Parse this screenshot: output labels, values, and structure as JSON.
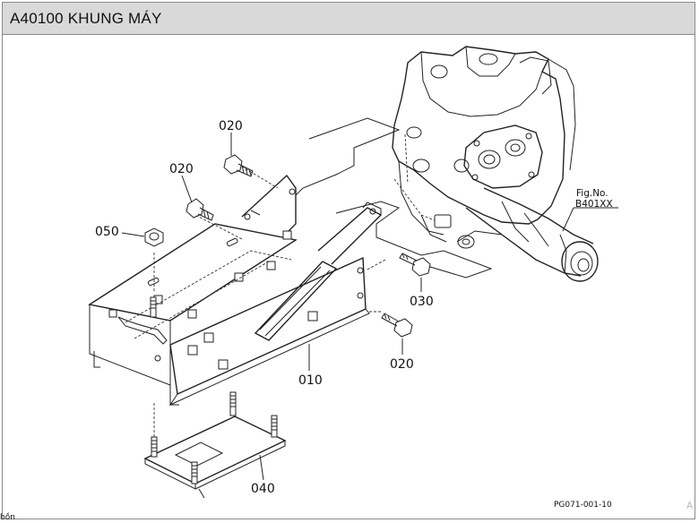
{
  "header": {
    "title": "A40100 KHUNG MÁY"
  },
  "callouts": {
    "p020_top": "020",
    "p020_left": "020",
    "p050": "050",
    "p030": "030",
    "p020_right": "020",
    "p010": "010",
    "p040": "040"
  },
  "reference": {
    "fig_label": "Fig.No.",
    "fig_number": "B401XX"
  },
  "footer": {
    "drawing_code": "PG071-001-10",
    "corner_left": "bồn",
    "corner_right": "A"
  }
}
